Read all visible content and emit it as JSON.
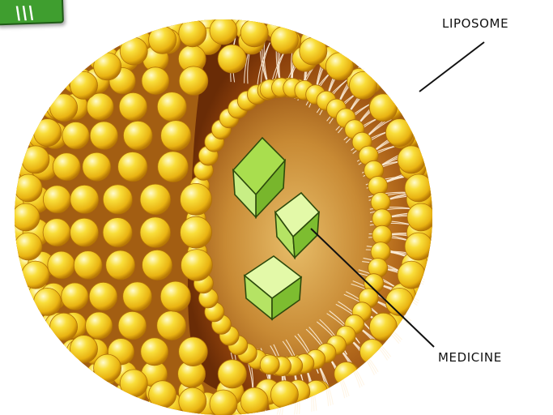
{
  "labels": {
    "liposome": "LIPOSOME",
    "medicine": "MEDICINE"
  },
  "badge_mark": "\\\\\\",
  "colors": {
    "sphere_light": "#fff6a0",
    "sphere_mid": "#f4cf1f",
    "sphere_dark": "#c98a08",
    "interior_dark": "#7a3608",
    "interior_light": "#d9a23d",
    "tail": "#fff3e0",
    "cube_light": "#dff7a8",
    "cube_mid": "#a9de4e",
    "cube_dark": "#6fae23",
    "badge": "#3f9e2f"
  },
  "icons": [
    "outer-lipid-layer",
    "inner-lipid-layer",
    "medicine-cube"
  ]
}
